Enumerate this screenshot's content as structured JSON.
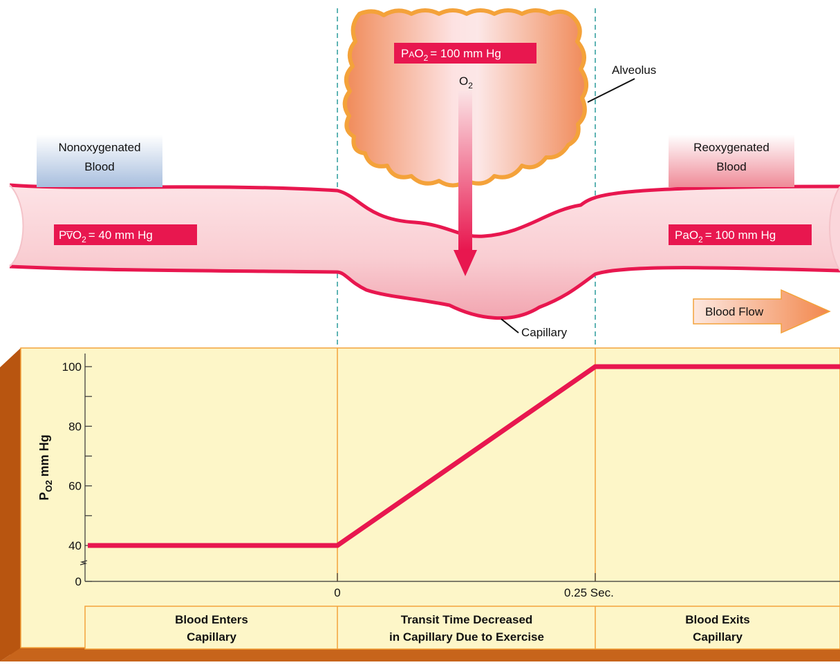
{
  "labels": {
    "alveolus": "Alveolus",
    "capillary": "Capillary",
    "o2": "O",
    "o2_sub": "2",
    "nonoxygenated_line1": "Nonoxygenated",
    "nonoxygenated_line2": "Blood",
    "reoxygenated_line1": "Reoxygenated",
    "reoxygenated_line2": "Blood",
    "blood_flow": "Blood Flow"
  },
  "pressures": {
    "alveolar": {
      "prefix": "P",
      "small": "A",
      "gas": "O",
      "sub": "2",
      "value": "= 100 mm Hg"
    },
    "venous": {
      "prefix": "P",
      "small": "v̅",
      "gas": "O",
      "sub": "2",
      "value": "= 40 mm Hg"
    },
    "arterial": {
      "prefix": "P",
      "small": "a",
      "gas": "O",
      "sub": "2",
      "value": "= 100 mm Hg"
    }
  },
  "chart_data": {
    "type": "line",
    "ylabel": {
      "main": "P",
      "sub": "O2",
      "rest": " mm Hg"
    },
    "ylabel_text": "PO2 mm Hg",
    "yticks": [
      "0",
      "40",
      "60",
      "80",
      "100"
    ],
    "ylim": [
      0,
      100
    ],
    "axis_break": true,
    "xticks": [
      "0",
      "0.25 Sec."
    ],
    "series": [
      {
        "points": [
          {
            "phase": "enter",
            "y": 40
          },
          {
            "x": 0,
            "y": 40
          },
          {
            "x": 0.25,
            "y": 100
          },
          {
            "phase": "exit",
            "y": 100
          }
        ]
      }
    ],
    "line_color": "#e8174f",
    "grid": false
  },
  "captions": [
    {
      "line1": "Blood Enters",
      "line2": "Capillary"
    },
    {
      "line1": "Transit Time Decreased",
      "line2": "in Capillary Due to Exercise"
    },
    {
      "line1": "Blood Exits",
      "line2": "Capillary"
    }
  ],
  "colors": {
    "vessel_wall": "#e8174f",
    "pill_bg": "#e8174f",
    "chart_panel": "#fdf6c8",
    "panel_edge": "#b85510",
    "alveolus_border": "#f4a23a"
  }
}
